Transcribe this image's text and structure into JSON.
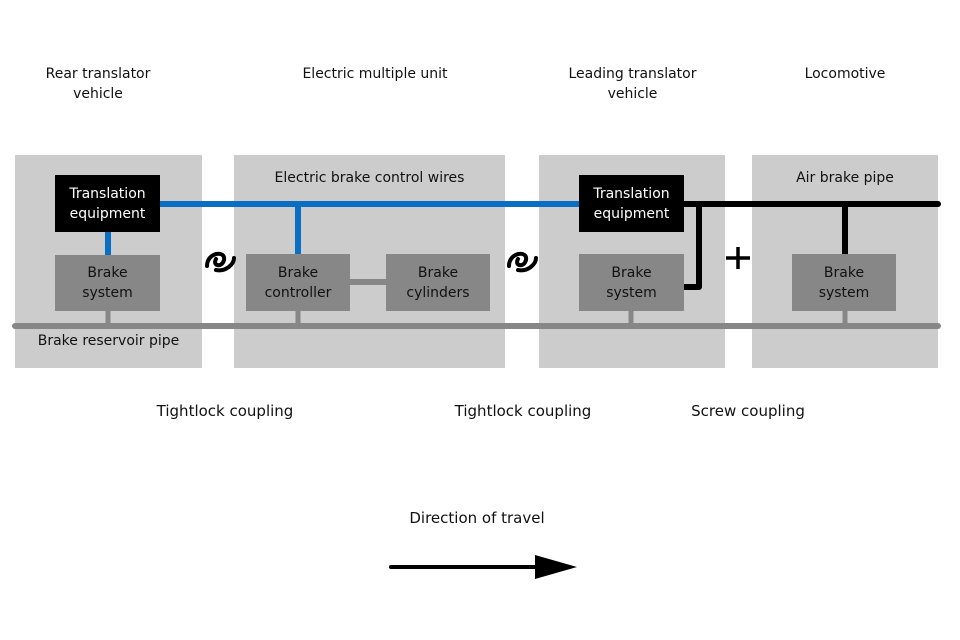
{
  "vehicles": [
    {
      "id": "rear",
      "title_line1": "Rear translator",
      "title_line2": "vehicle"
    },
    {
      "id": "emu",
      "title_line1": "Electric multiple unit",
      "title_line2": ""
    },
    {
      "id": "leading",
      "title_line1": "Leading  translator",
      "title_line2": "vehicle"
    },
    {
      "id": "loco",
      "title_line1": "Locomotive",
      "title_line2": ""
    }
  ],
  "boxes": {
    "rear_translation": {
      "line1": "Translation",
      "line2": "equipment"
    },
    "rear_brake": {
      "line1": "Brake",
      "line2": "system"
    },
    "emu_controller": {
      "line1": "Brake",
      "line2": "controller"
    },
    "emu_cylinders": {
      "line1": "Brake",
      "line2": "cylinders"
    },
    "leading_translation": {
      "line1": "Translation",
      "line2": "equipment"
    },
    "leading_brake": {
      "line1": "Brake",
      "line2": "system"
    },
    "loco_brake": {
      "line1": "Brake",
      "line2": "system"
    }
  },
  "pipe_labels": {
    "electric": "Electric brake control wires",
    "air": "Air brake pipe",
    "reservoir": "Brake reservoir pipe"
  },
  "couplings": [
    {
      "label": "Tightlock coupling",
      "symbol": "tightlock-symbol"
    },
    {
      "label": "Tightlock coupling",
      "symbol": "tightlock-symbol"
    },
    {
      "label": "Screw coupling",
      "symbol": "screw-coupling-plus"
    }
  ],
  "direction": {
    "label": "Direction of travel",
    "icon": "arrow-right-icon"
  },
  "colors": {
    "panel": "#cccccc",
    "electric_wire": "#0a6fc2",
    "air_pipe": "#000000",
    "reservoir_pipe": "#878787",
    "equipment_box": "#000000",
    "brake_box": "#878787"
  }
}
